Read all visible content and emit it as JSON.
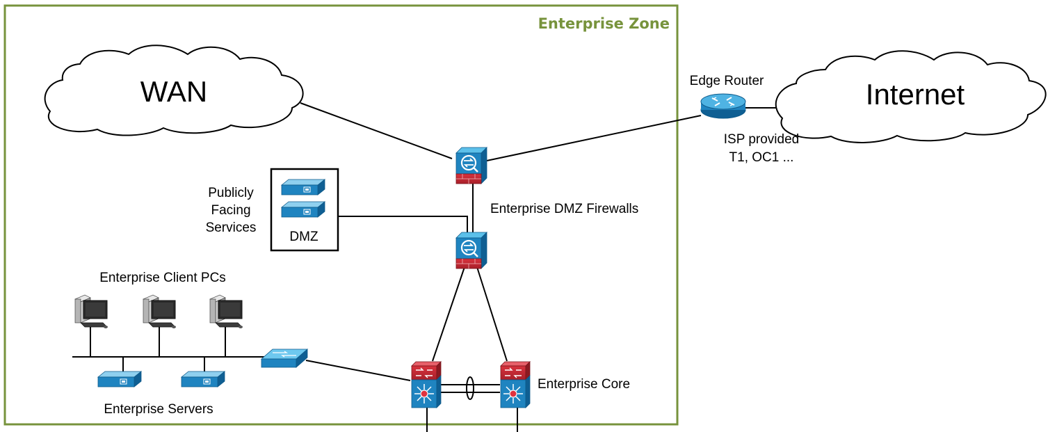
{
  "zone": {
    "title": "Enterprise Zone",
    "border_color": "#77933c"
  },
  "clouds": {
    "wan": "WAN",
    "internet": "Internet"
  },
  "edge_router": {
    "label": "Edge Router",
    "note_line1": "ISP provided",
    "note_line2": "T1, OC1 ..."
  },
  "firewalls": {
    "label": "Enterprise DMZ Firewalls"
  },
  "dmz": {
    "box_label": "DMZ",
    "caption_line1": "Publicly",
    "caption_line2": "Facing",
    "caption_line3": "Services"
  },
  "clients": {
    "label": "Enterprise Client PCs"
  },
  "servers": {
    "label": "Enterprise Servers"
  },
  "core": {
    "label": "Enterprise Core"
  },
  "colors": {
    "device_blue": "#1f7fb8",
    "device_red": "#c0303a",
    "line": "#000000"
  }
}
